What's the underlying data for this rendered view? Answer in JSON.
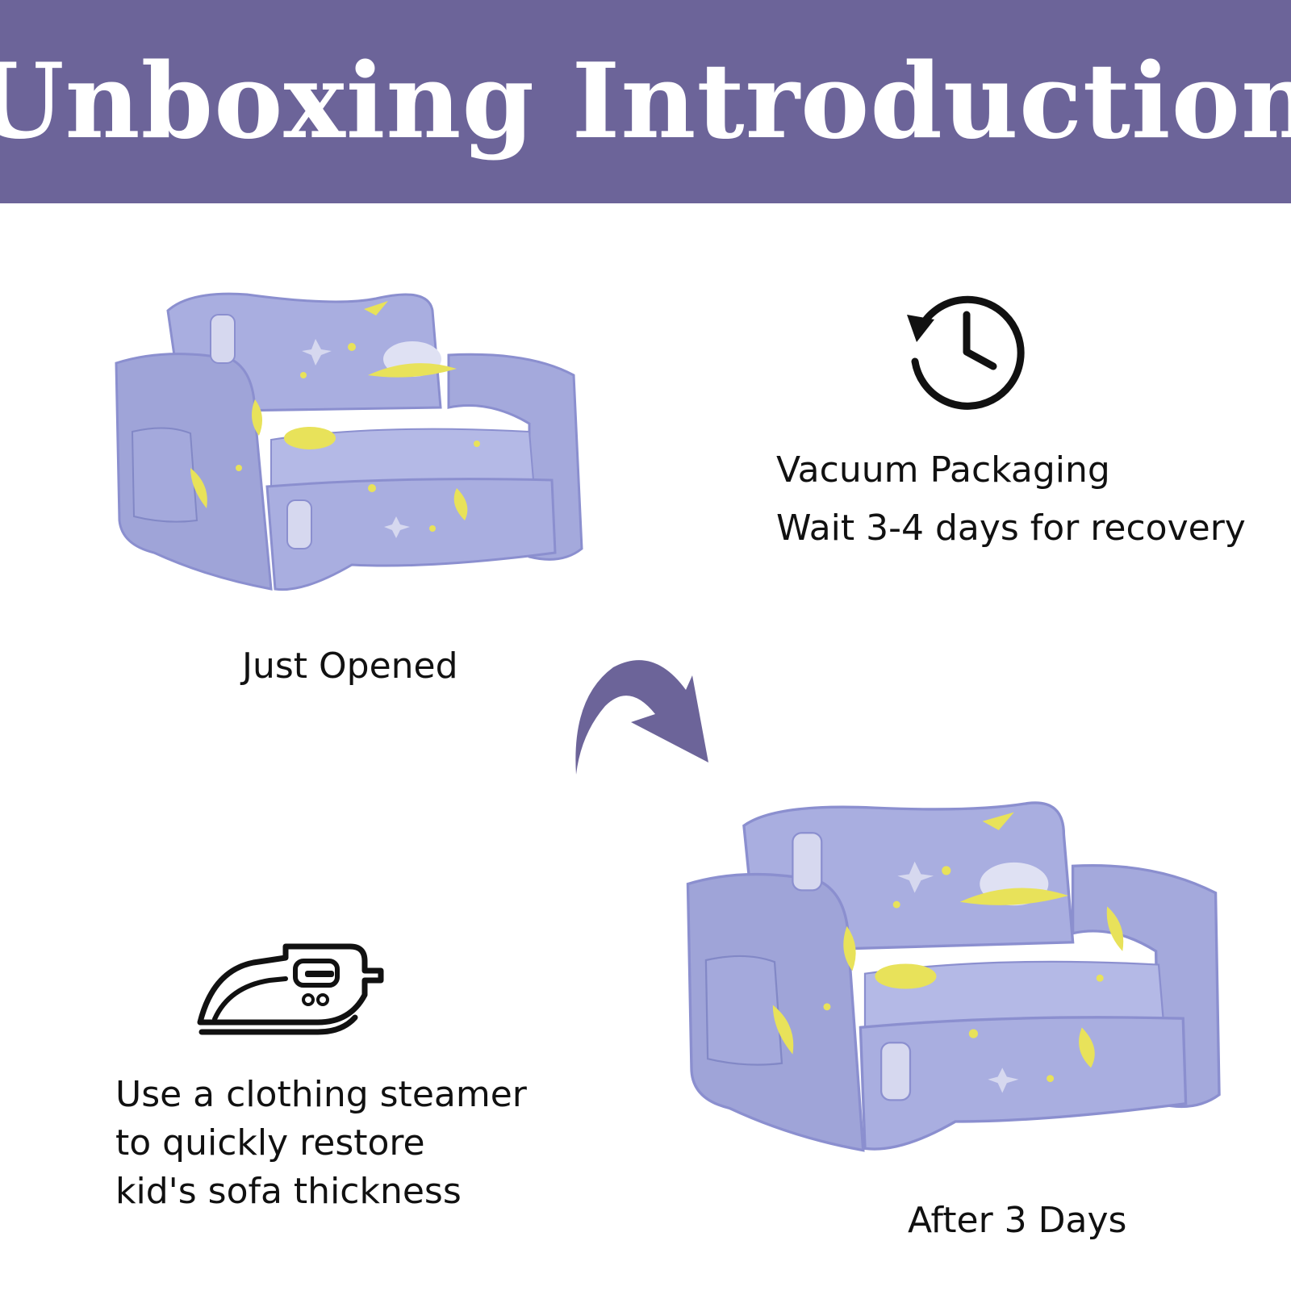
{
  "header": {
    "title": "Unboxing Introduction"
  },
  "colors": {
    "banner": "#6c6499",
    "accent_arrow": "#6c6499",
    "sofa_fabric": "#a9aee0",
    "sofa_print": "#e8e25a"
  },
  "before": {
    "caption": "Just Opened",
    "image": "kids-sofa-just-opened"
  },
  "after": {
    "caption": "After 3 Days",
    "image": "kids-sofa-after-3-days"
  },
  "vacuum": {
    "icon": "clock-history-icon",
    "lines": [
      "Vacuum Packaging",
      "Wait 3-4 days for recovery"
    ]
  },
  "steamer": {
    "icon": "clothing-steamer-icon",
    "lines": [
      "Use a clothing steamer",
      "to quickly restore",
      "kid's sofa thickness"
    ]
  },
  "transition": {
    "icon": "curved-arrow-icon"
  }
}
